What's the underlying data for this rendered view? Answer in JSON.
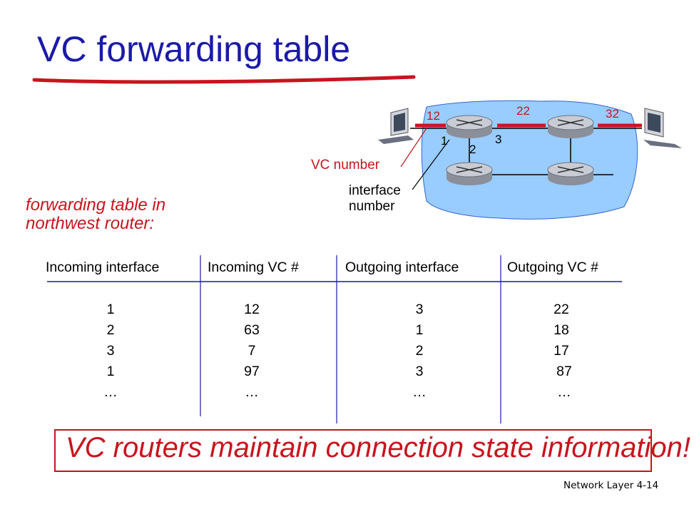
{
  "title": "VC forwarding table",
  "diagram": {
    "link_labels": [
      "12",
      "22",
      "32"
    ],
    "port_labels": [
      "1",
      "2",
      "3"
    ],
    "vc_number_label": "VC number",
    "interface_number_label": [
      "interface",
      "number"
    ]
  },
  "table_caption": [
    "forwarding table in",
    "northwest router:"
  ],
  "table": {
    "headers": [
      "Incoming interface",
      "Incoming VC #",
      "Outgoing interface",
      "Outgoing VC #"
    ],
    "columns": [
      [
        "1",
        "2",
        "3",
        "1",
        "…"
      ],
      [
        "12",
        "63",
        "7",
        "97",
        "…"
      ],
      [
        "3",
        "1",
        "2",
        "3",
        "…"
      ],
      [
        "22",
        "18",
        "17",
        "87",
        "…"
      ]
    ]
  },
  "banner": "VC routers maintain connection state information!",
  "footer": "Network Layer  4-14",
  "colors": {
    "title": "#1a1aa8",
    "accent": "#c8141e",
    "cloud": "#99ccff",
    "rule": "#1a1aa8"
  }
}
